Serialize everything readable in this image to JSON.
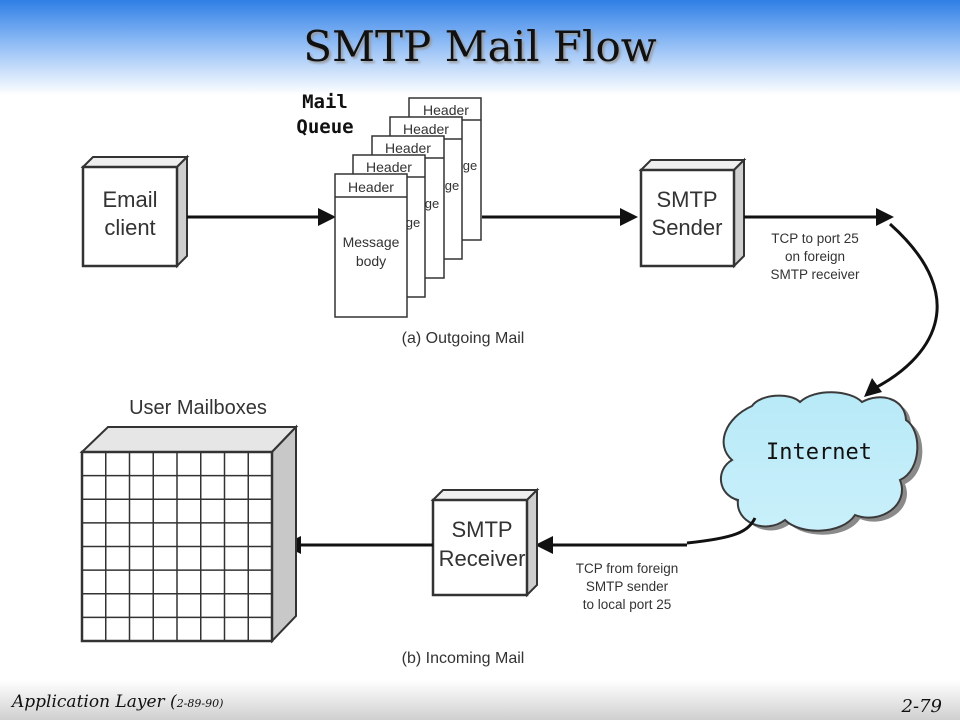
{
  "slide": {
    "title": "SMTP Mail Flow",
    "footer_main": "Application Layer (",
    "footer_small": "2-89-90)",
    "page": "2-79"
  },
  "outgoing": {
    "mail_queue_line1": "Mail",
    "mail_queue_line2": "Queue",
    "email_client_line1": "Email",
    "email_client_line2": "client",
    "header_label": "Header",
    "message_line1": "Message",
    "message_line2": "body",
    "peek_line1": "ge",
    "peek_line2": "ge",
    "smtp_sender_line1": "SMTP",
    "smtp_sender_line2": "Sender",
    "tcp_line1": "TCP to port 25",
    "tcp_line2": "on foreign",
    "tcp_line3": "SMTP receiver",
    "caption": "(a) Outgoing Mail"
  },
  "network": {
    "internet_label": "Internet"
  },
  "incoming": {
    "mailboxes_title": "User Mailboxes",
    "smtp_receiver_line1": "SMTP",
    "smtp_receiver_line2": "Receiver",
    "tcp_line1": "TCP from foreign",
    "tcp_line2": "SMTP sender",
    "tcp_line3": "to local port 25",
    "caption": "(b) Incoming Mail"
  }
}
